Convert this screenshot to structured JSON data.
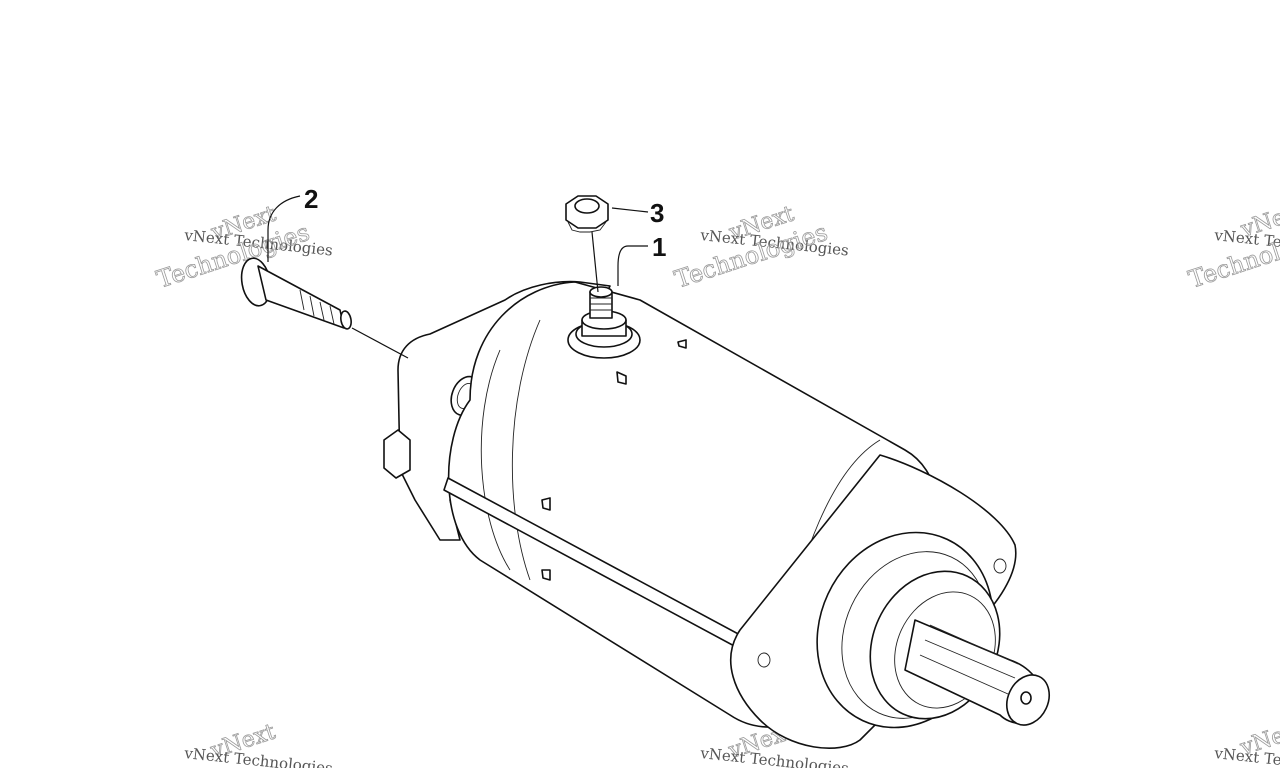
{
  "diagram": {
    "callouts": [
      {
        "id": "1",
        "label": "1"
      },
      {
        "id": "2",
        "label": "2"
      },
      {
        "id": "3",
        "label": "3"
      }
    ],
    "watermark": {
      "line1": "vNext Technologies",
      "line2": "Technologies",
      "line3": "vNext"
    },
    "colors": {
      "ink": "#111111",
      "watermark": "#9a9a9a",
      "background": "#ffffff"
    }
  }
}
